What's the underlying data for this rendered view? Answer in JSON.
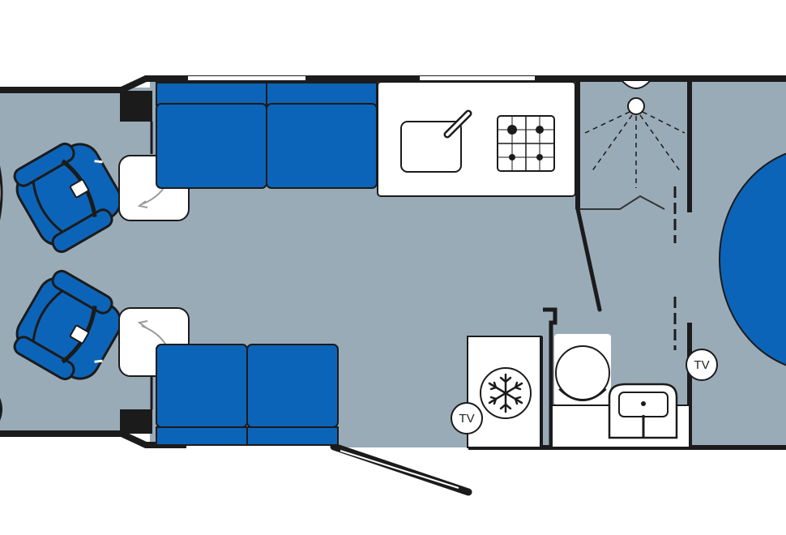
{
  "diagram": {
    "type": "motorhome-floor-plan",
    "colors": {
      "floor": "#9aabb8",
      "upholstery": "#0c64b8",
      "wall": "#1b1b1b",
      "fixture_fill": "#ffffff",
      "fixture_outline": "#222222",
      "window": "#ffffff"
    },
    "labels": {
      "tv_lounge": "TV",
      "tv_bedroom": "TV"
    },
    "icons": [
      "captain-seat-icon",
      "swivel-arrow-icon",
      "sink-icon",
      "hob-icon",
      "shower-icon",
      "fridge-snowflake-icon",
      "toilet-icon",
      "washbasin-icon",
      "entrance-door-icon"
    ]
  }
}
